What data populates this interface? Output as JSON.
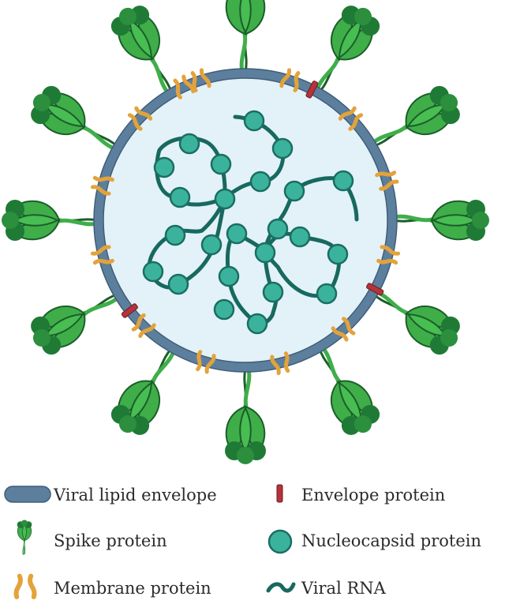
{
  "colors": {
    "envelope": "#5d7f9e",
    "envelope_dark": "#3f5d78",
    "interior": "#e3f1f8",
    "spike_light": "#3fae49",
    "spike_dark": "#1f7a35",
    "spike_stroke": "#1b5e2a",
    "membrane": "#e3a33a",
    "envelope_protein": "#b5333a",
    "nucleocapsid_fill": "#3bb39c",
    "nucleocapsid_stroke": "#1a6e63",
    "rna": "#17695f"
  },
  "legend": {
    "viral_lipid_envelope": "Viral lipid envelope",
    "envelope_protein": "Envelope protein",
    "spike_protein": "Spike protein",
    "nucleocapsid_protein": "Nucleocapsid protein",
    "membrane_protein": "Membrane protein",
    "viral_rna": "Viral RNA"
  }
}
